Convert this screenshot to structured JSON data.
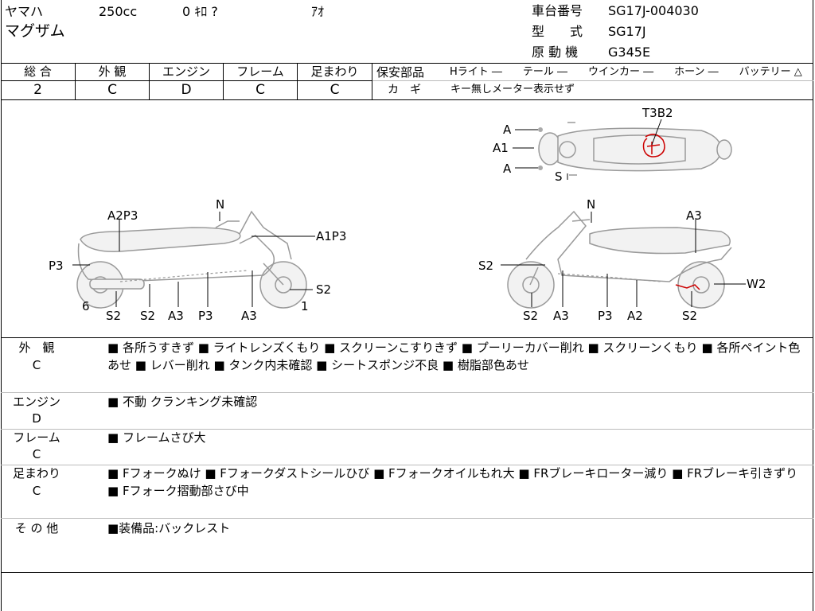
{
  "header": {
    "maker": "ヤマハ",
    "cc": "250cc",
    "mileage": "0 ｷﾛ ?",
    "color": "ｱｵ",
    "model_name": "マグザム",
    "frame_no_label": "車台番号",
    "frame_no": "SG17J-004030",
    "type_label": "型　　式",
    "type_value": "SG17J",
    "engine_label": "原 動 機",
    "engine_value": "G345E"
  },
  "grades": {
    "headers": [
      "総 合",
      "外 観",
      "エンジン",
      "フレーム",
      "足まわり"
    ],
    "values": [
      "2",
      "C",
      "D",
      "C",
      "C"
    ]
  },
  "safety": {
    "label": "保安部品",
    "items": "Hライト ―　　テール ―　　ウインカー ―　　ホーン ―　　バッテリー △",
    "key_label": "カ　ギ",
    "key_value": "キー無しメーター表示せず"
  },
  "diagram": {
    "left": [
      "N",
      "A2P3",
      "A1P3",
      "P3",
      "S2",
      "6",
      "1",
      "S2",
      "S2",
      "A3",
      "P3",
      "A3"
    ],
    "right": [
      "N",
      "A3",
      "S2",
      "W2",
      "S2",
      "A3",
      "P3",
      "A2",
      "S2"
    ],
    "top": [
      "T3B2",
      "A",
      "A1",
      "A",
      "S"
    ]
  },
  "sections": [
    {
      "label": "外　観",
      "grade": "C",
      "text": "■ 各所うすきず ■ ライトレンズくもり ■ スクリーンこすりきず ■ プーリーカバー削れ ■ スクリーンくもり ■ 各所ペイント色あせ ■ レバー削れ ■ タンク内未確認 ■ シートスポンジ不良 ■ 樹脂部色あせ"
    },
    {
      "label": "エンジン",
      "grade": "D",
      "text": "■ 不動 クランキング未確認"
    },
    {
      "label": "フレーム",
      "grade": "C",
      "text": "■ フレームさび大"
    },
    {
      "label": "足まわり",
      "grade": "C",
      "text": "■ Fフォークぬけ ■ Fフォークダストシールひび ■ Fフォークオイルもれ大 ■ FRブレーキローター減り ■ FRブレーキ引きずり ■ Fフォーク摺動部さび中"
    },
    {
      "label": "そ の 他",
      "grade": "",
      "text": "■装備品:バックレスト"
    }
  ]
}
